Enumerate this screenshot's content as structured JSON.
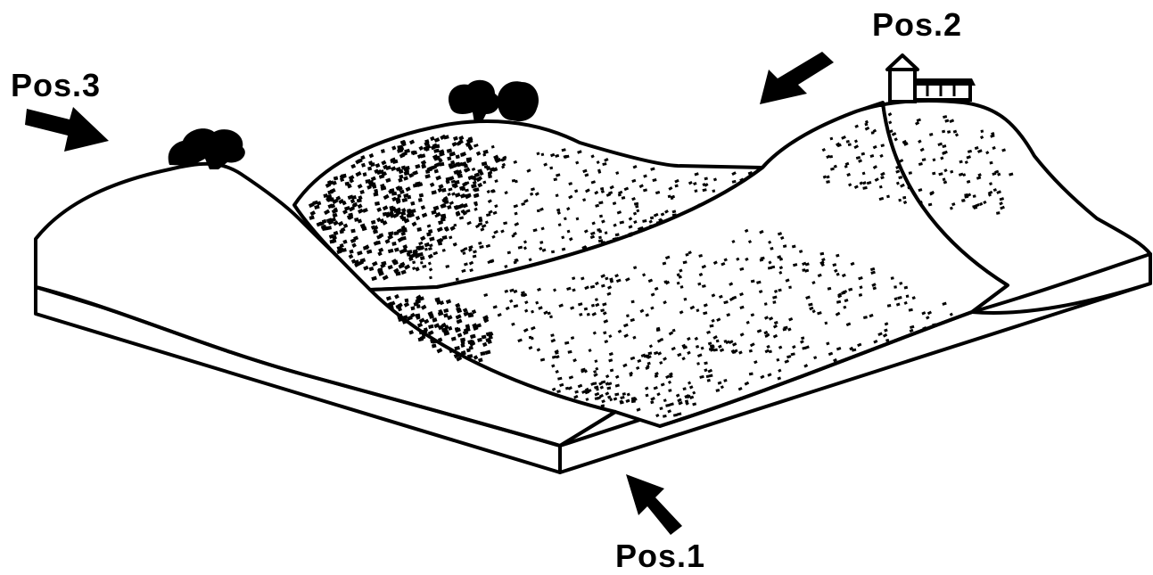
{
  "labels": {
    "pos1": "Pos.1",
    "pos2": "Pos.2",
    "pos3": "Pos.3"
  },
  "colors": {
    "ink": "#000000",
    "paper": "#ffffff"
  }
}
